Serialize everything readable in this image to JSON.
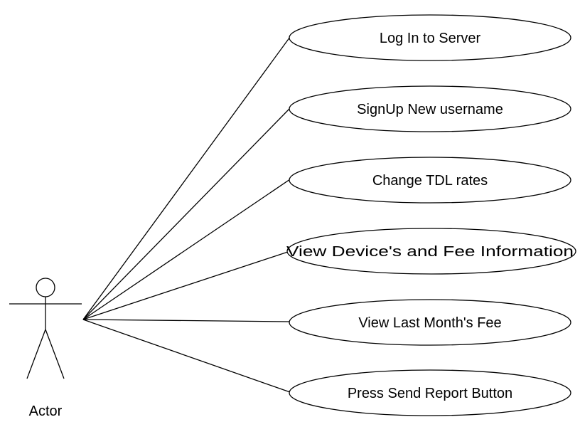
{
  "actor": {
    "label": "Actor"
  },
  "use_cases": [
    {
      "label": "Log In to Server"
    },
    {
      "label": "SignUp New username"
    },
    {
      "label": "Change TDL rates"
    },
    {
      "label": "View Device's and Fee Information"
    },
    {
      "label": "View Last Month's Fee"
    },
    {
      "label": "Press Send Report Button"
    }
  ]
}
